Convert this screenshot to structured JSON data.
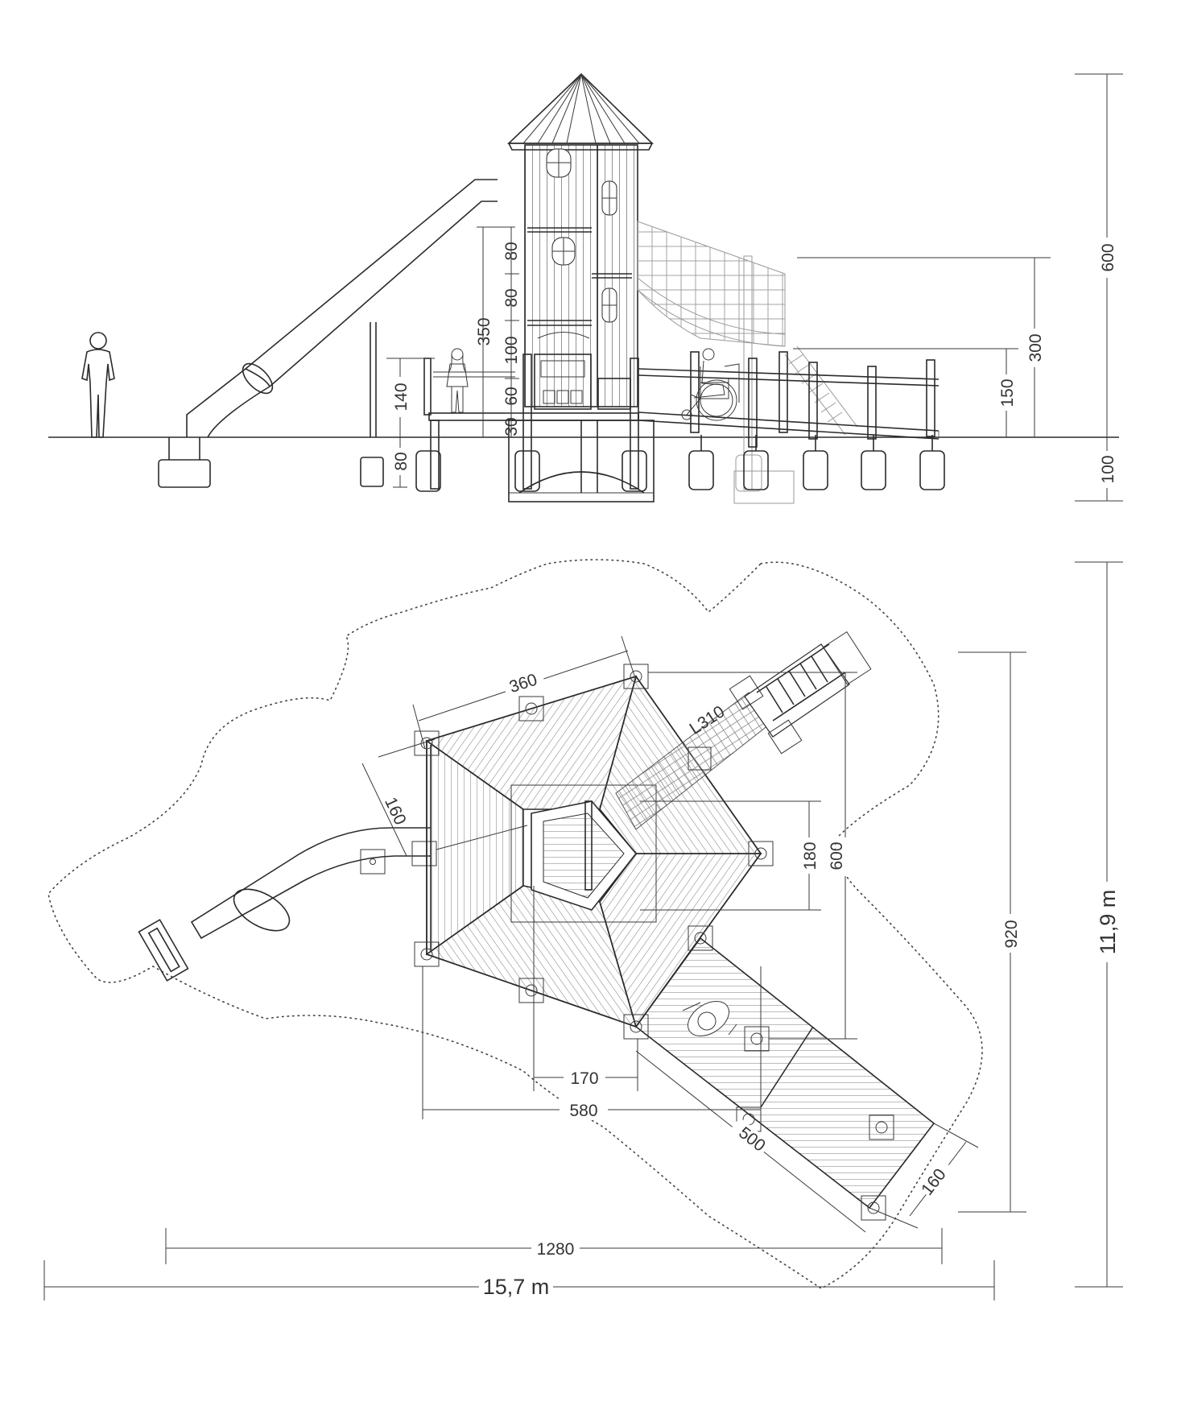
{
  "elevation": {
    "dimensions": {
      "tower_step_1": "80",
      "tower_step_2": "80",
      "tower_step_3": "100",
      "tower_step_4": "60",
      "tower_step_5": "30",
      "tower_total": "350",
      "platform_height": "140",
      "foundation_depth": "80",
      "ramp_height": "150",
      "bridge_height": "300",
      "overall_height": "600",
      "below_ground": "100"
    }
  },
  "plan": {
    "dimensions": {
      "roof_edge": "360",
      "slide_offset": "160",
      "bridge_length": "L310",
      "inner_depth": "180",
      "deck_depth": "600",
      "overall_depth": "920",
      "overall_depth_m": "11,9 m",
      "tower_width": "170",
      "deck_width": "580",
      "ramp_length": "500",
      "ramp_width": "160",
      "footprint_width": "1280",
      "overall_width_m": "15,7 m"
    }
  }
}
